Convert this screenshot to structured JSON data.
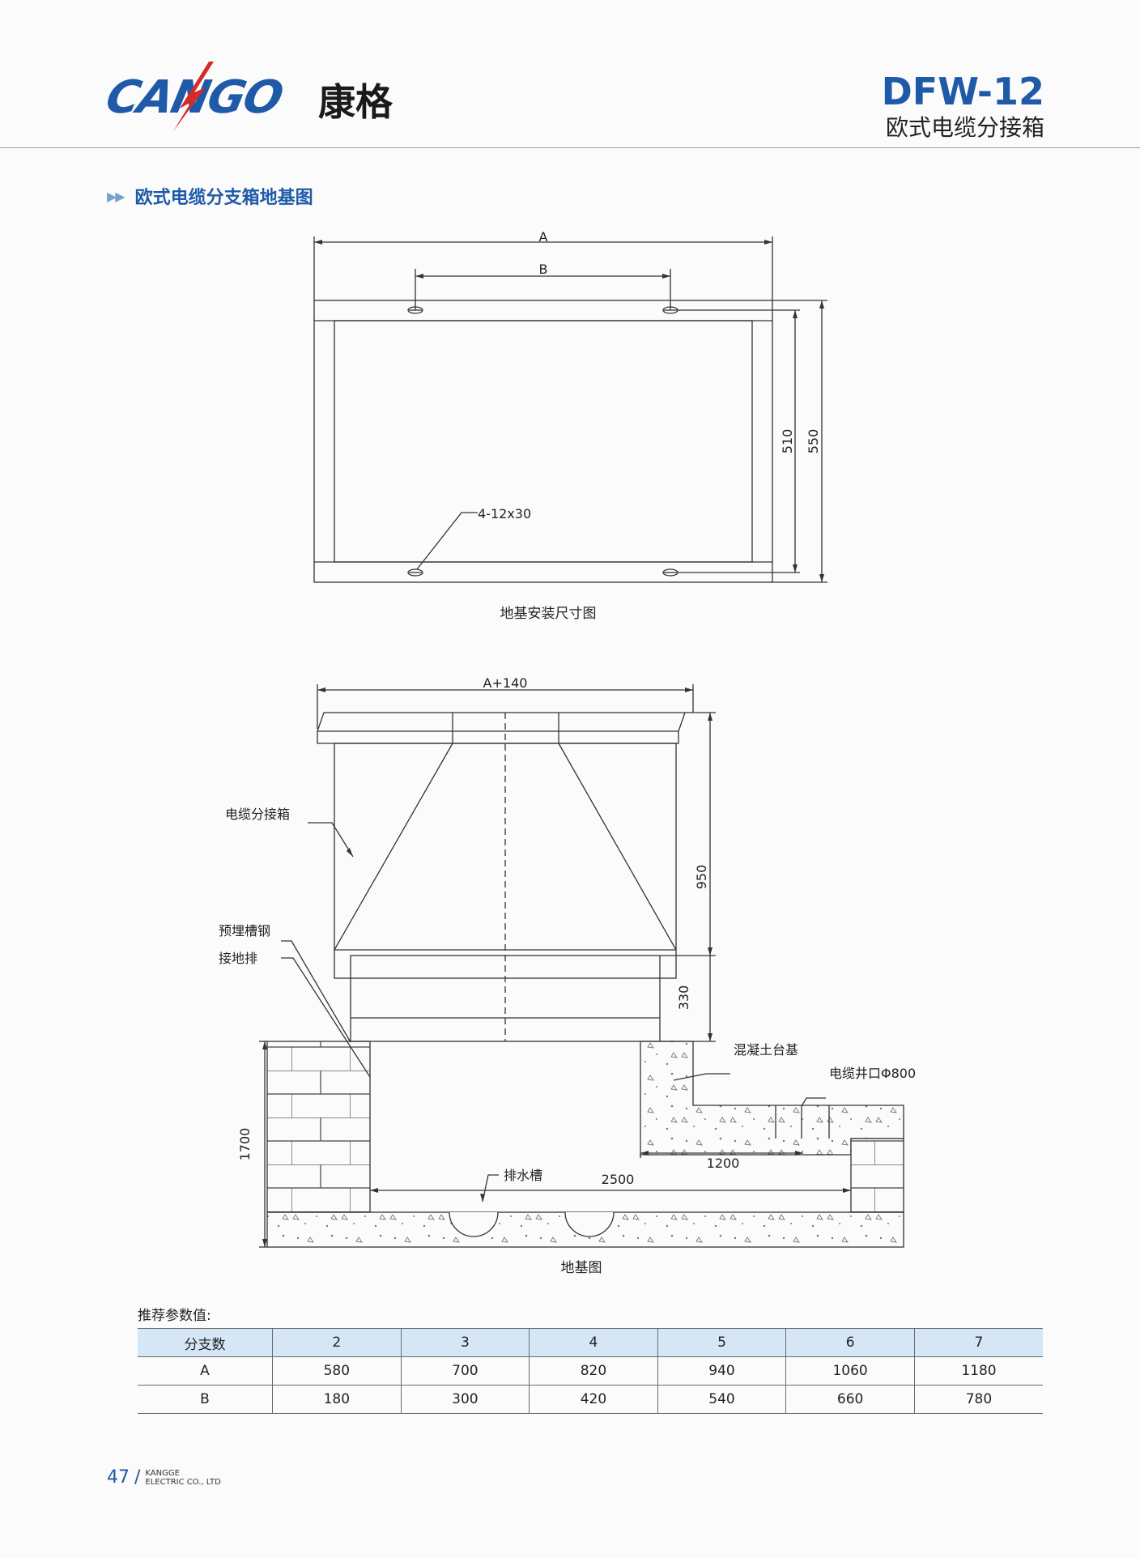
{
  "header": {
    "logo_latin": "CANGO",
    "logo_cn": "康格",
    "model": "DFW-12",
    "product": "欧式电缆分接箱"
  },
  "section_title": "欧式电缆分支箱地基图",
  "diagram1": {
    "label_A": "A",
    "label_B": "B",
    "dim_510": "510",
    "dim_550": "550",
    "hole_label": "4-12x30",
    "caption": "地基安装尺寸图"
  },
  "diagram2": {
    "label_width": "A+140",
    "dim_950": "950",
    "dim_330": "330",
    "dim_1700": "1700",
    "dim_1200": "1200",
    "dim_2500": "2500",
    "callout_box": "电缆分接箱",
    "callout_channel": "预埋槽钢",
    "callout_ground": "接地排",
    "callout_concrete": "混凝土台基",
    "callout_cable": "电缆井口Φ800",
    "callout_drain": "排水槽",
    "caption": "地基图"
  },
  "table": {
    "heading": "推荐参数值:",
    "header": [
      "分支数",
      "2",
      "3",
      "4",
      "5",
      "6",
      "7"
    ],
    "rows": [
      [
        "A",
        "580",
        "700",
        "820",
        "940",
        "1060",
        "1180"
      ],
      [
        "B",
        "180",
        "300",
        "420",
        "540",
        "660",
        "780"
      ]
    ]
  },
  "footer": {
    "page": "47",
    "company_line1": "KANGGE",
    "company_line2": "ELECTRIC CO., LTD"
  },
  "colors": {
    "brand_blue": "#1f5aa8",
    "table_header_bg": "#d5e7f7",
    "logo_red": "#d42a2a"
  }
}
